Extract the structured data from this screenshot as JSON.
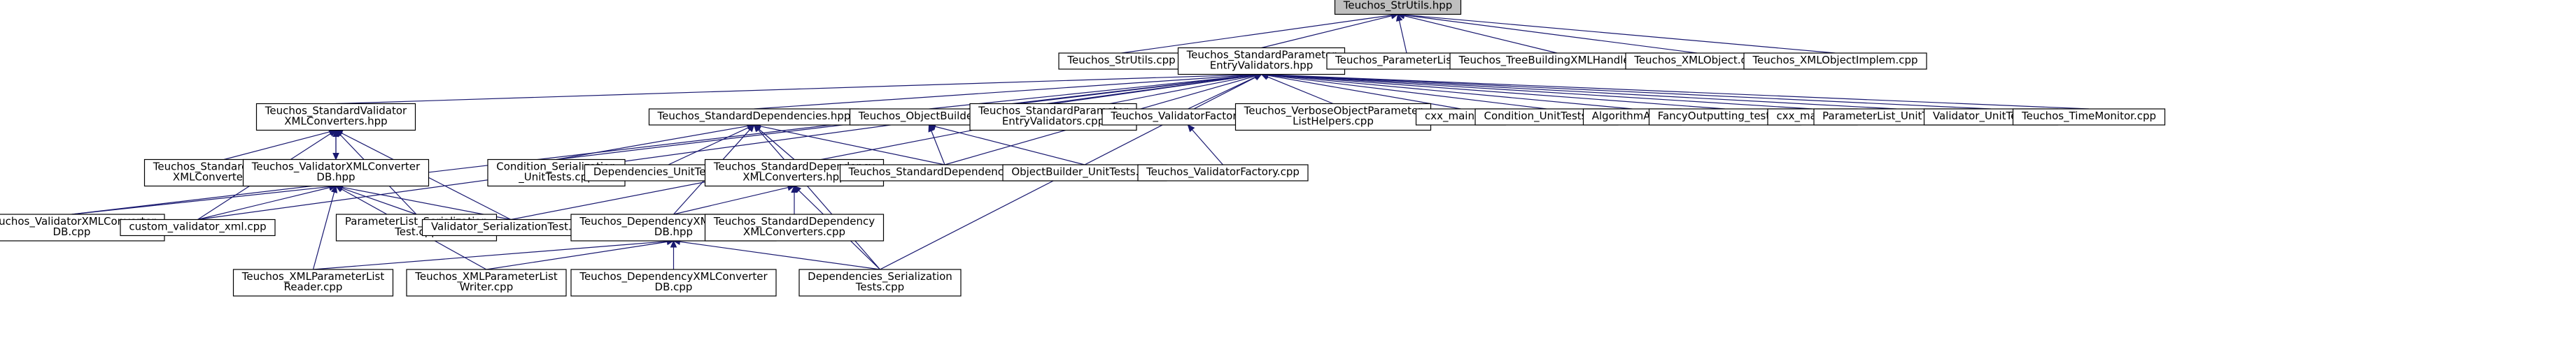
{
  "diagram": {
    "nodes": [
      {
        "id": "strutils_hpp",
        "lines": [
          "Teuchos_StrUtils.hpp"
        ],
        "root": true
      },
      {
        "id": "strutils_cpp",
        "lines": [
          "Teuchos_StrUtils.cpp"
        ]
      },
      {
        "id": "std_param_entry_validators_hpp",
        "lines": [
          "Teuchos_StandardParameter",
          "EntryValidators.hpp"
        ]
      },
      {
        "id": "parameterlist_cpp",
        "lines": [
          "Teuchos_ParameterList.cpp"
        ]
      },
      {
        "id": "treebuilding_cpp",
        "lines": [
          "Teuchos_TreeBuildingXMLHandler.cpp"
        ]
      },
      {
        "id": "xmlobject_cpp",
        "lines": [
          "Teuchos_XMLObject.cpp"
        ]
      },
      {
        "id": "xmlobjectimplem_cpp",
        "lines": [
          "Teuchos_XMLObjectImplem.cpp"
        ]
      },
      {
        "id": "std_validator_xmlconv_hpp",
        "lines": [
          "Teuchos_StandardValidator",
          "XMLConverters.hpp"
        ]
      },
      {
        "id": "std_dependencies_hpp",
        "lines": [
          "Teuchos_StandardDependencies.hpp"
        ]
      },
      {
        "id": "objectbuilder_hpp",
        "lines": [
          "Teuchos_ObjectBuilder.hpp"
        ]
      },
      {
        "id": "std_param_entry_validators_cpp",
        "lines": [
          "Teuchos_StandardParameter",
          "EntryValidators.cpp"
        ]
      },
      {
        "id": "validatorfactory_hpp",
        "lines": [
          "Teuchos_ValidatorFactory.hpp"
        ]
      },
      {
        "id": "verbose_obj_param_cpp",
        "lines": [
          "Teuchos_VerboseObjectParameter",
          "ListHelpers.cpp"
        ]
      },
      {
        "id": "cxx_main_cpp_1",
        "lines": [
          "cxx_main.cpp"
        ]
      },
      {
        "id": "condition_unittests_cpp",
        "lines": [
          "Condition_UnitTests.cpp"
        ]
      },
      {
        "id": "algorithma_cpp",
        "lines": [
          "AlgorithmA.cpp"
        ]
      },
      {
        "id": "fancyoutputting_cpp",
        "lines": [
          "FancyOutputting_test.cpp"
        ]
      },
      {
        "id": "cxx_main_cpp_2",
        "lines": [
          "cxx_main.cpp"
        ]
      },
      {
        "id": "parameterlist_unittests_cpp",
        "lines": [
          "ParameterList_UnitTests.cpp"
        ]
      },
      {
        "id": "validator_unittest_cpp",
        "lines": [
          "Validator_UnitTest.cpp"
        ]
      },
      {
        "id": "timemonitor_cpp",
        "lines": [
          "Teuchos_TimeMonitor.cpp"
        ]
      },
      {
        "id": "std_validator_xmlconv_cpp",
        "lines": [
          "Teuchos_StandardValidator",
          "XMLConverters.cpp"
        ]
      },
      {
        "id": "validator_xmlconv_db_hpp",
        "lines": [
          "Teuchos_ValidatorXMLConverter",
          "DB.hpp"
        ]
      },
      {
        "id": "condition_serialization_cpp",
        "lines": [
          "Condition_Serialization",
          "_UnitTests.cpp"
        ]
      },
      {
        "id": "dependencies_unittests_cpp",
        "lines": [
          "Dependencies_UnitTests.cpp"
        ]
      },
      {
        "id": "std_dependency_xmlconv_hpp",
        "lines": [
          "Teuchos_StandardDependency",
          "XMLConverters.hpp"
        ]
      },
      {
        "id": "std_dependencies_cpp",
        "lines": [
          "Teuchos_StandardDependencies.cpp"
        ]
      },
      {
        "id": "objectbuilder_unittests_cpp",
        "lines": [
          "ObjectBuilder_UnitTests.cpp"
        ]
      },
      {
        "id": "validatorfactory_cpp",
        "lines": [
          "Teuchos_ValidatorFactory.cpp"
        ]
      },
      {
        "id": "validator_xmlconv_db_cpp",
        "lines": [
          "Teuchos_ValidatorXMLConverter",
          "DB.cpp"
        ]
      },
      {
        "id": "custom_validator_xml_cpp",
        "lines": [
          "custom_validator_xml.cpp"
        ]
      },
      {
        "id": "paramlist_serialization_cpp",
        "lines": [
          "ParameterList_Serialization",
          "Test.cpp"
        ]
      },
      {
        "id": "validator_serialization_cpp",
        "lines": [
          "Validator_SerializationTest.cpp"
        ]
      },
      {
        "id": "dependency_xmlconv_db_hpp",
        "lines": [
          "Teuchos_DependencyXMLConverter",
          "DB.hpp"
        ]
      },
      {
        "id": "std_dependency_xmlconv_cpp",
        "lines": [
          "Teuchos_StandardDependency",
          "XMLConverters.cpp"
        ]
      },
      {
        "id": "xml_paramlist_reader_cpp",
        "lines": [
          "Teuchos_XMLParameterList",
          "Reader.cpp"
        ]
      },
      {
        "id": "xml_paramlist_writer_cpp",
        "lines": [
          "Teuchos_XMLParameterList",
          "Writer.cpp"
        ]
      },
      {
        "id": "dependency_xmlconv_db_cpp",
        "lines": [
          "Teuchos_DependencyXMLConverter",
          "DB.cpp"
        ]
      },
      {
        "id": "dependencies_serialization_cpp",
        "lines": [
          "Dependencies_Serialization",
          "Tests.cpp"
        ]
      }
    ],
    "edges": [
      [
        "strutils_cpp",
        "strutils_hpp"
      ],
      [
        "std_param_entry_validators_hpp",
        "strutils_hpp"
      ],
      [
        "parameterlist_cpp",
        "strutils_hpp"
      ],
      [
        "treebuilding_cpp",
        "strutils_hpp"
      ],
      [
        "xmlobject_cpp",
        "strutils_hpp"
      ],
      [
        "xmlobjectimplem_cpp",
        "strutils_hpp"
      ],
      [
        "std_validator_xmlconv_hpp",
        "std_param_entry_validators_hpp"
      ],
      [
        "std_dependencies_hpp",
        "std_param_entry_validators_hpp"
      ],
      [
        "objectbuilder_hpp",
        "std_param_entry_validators_hpp"
      ],
      [
        "std_param_entry_validators_cpp",
        "std_param_entry_validators_hpp"
      ],
      [
        "validatorfactory_hpp",
        "std_param_entry_validators_hpp"
      ],
      [
        "verbose_obj_param_cpp",
        "std_param_entry_validators_hpp"
      ],
      [
        "cxx_main_cpp_1",
        "std_param_entry_validators_hpp"
      ],
      [
        "condition_unittests_cpp",
        "std_param_entry_validators_hpp"
      ],
      [
        "algorithma_cpp",
        "std_param_entry_validators_hpp"
      ],
      [
        "fancyoutputting_cpp",
        "std_param_entry_validators_hpp"
      ],
      [
        "cxx_main_cpp_2",
        "std_param_entry_validators_hpp"
      ],
      [
        "parameterlist_unittests_cpp",
        "std_param_entry_validators_hpp"
      ],
      [
        "validator_unittest_cpp",
        "std_param_entry_validators_hpp"
      ],
      [
        "timemonitor_cpp",
        "std_param_entry_validators_hpp"
      ],
      [
        "validator_xmlconv_db_cpp",
        "std_param_entry_validators_hpp"
      ],
      [
        "custom_validator_xml_cpp",
        "std_param_entry_validators_hpp"
      ],
      [
        "validator_serialization_cpp",
        "std_param_entry_validators_hpp"
      ],
      [
        "condition_serialization_cpp",
        "std_param_entry_validators_hpp"
      ],
      [
        "std_dependencies_cpp",
        "std_param_entry_validators_hpp"
      ],
      [
        "dependencies_serialization_cpp",
        "std_param_entry_validators_hpp"
      ],
      [
        "std_validator_xmlconv_cpp",
        "std_validator_xmlconv_hpp"
      ],
      [
        "validator_xmlconv_db_hpp",
        "std_validator_xmlconv_hpp"
      ],
      [
        "custom_validator_xml_cpp",
        "std_validator_xmlconv_hpp"
      ],
      [
        "paramlist_serialization_cpp",
        "std_validator_xmlconv_hpp"
      ],
      [
        "validator_serialization_cpp",
        "std_validator_xmlconv_hpp"
      ],
      [
        "std_validator_xmlconv_hpp",
        "validator_xmlconv_db_hpp"
      ],
      [
        "validator_xmlconv_db_cpp",
        "validator_xmlconv_db_hpp"
      ],
      [
        "custom_validator_xml_cpp",
        "validator_xmlconv_db_hpp"
      ],
      [
        "paramlist_serialization_cpp",
        "validator_xmlconv_db_hpp"
      ],
      [
        "validator_serialization_cpp",
        "validator_xmlconv_db_hpp"
      ],
      [
        "xml_paramlist_reader_cpp",
        "validator_xmlconv_db_hpp"
      ],
      [
        "xml_paramlist_writer_cpp",
        "validator_xmlconv_db_hpp"
      ],
      [
        "condition_serialization_cpp",
        "std_dependencies_hpp"
      ],
      [
        "dependencies_unittests_cpp",
        "std_dependencies_hpp"
      ],
      [
        "std_dependency_xmlconv_hpp",
        "std_dependencies_hpp"
      ],
      [
        "std_dependencies_cpp",
        "std_dependencies_hpp"
      ],
      [
        "dependency_xmlconv_db_hpp",
        "std_dependencies_hpp"
      ],
      [
        "dependencies_serialization_cpp",
        "std_dependencies_hpp"
      ],
      [
        "std_dependencies_cpp",
        "objectbuilder_hpp"
      ],
      [
        "objectbuilder_unittests_cpp",
        "objectbuilder_hpp"
      ],
      [
        "validatorfactory_cpp",
        "validatorfactory_hpp"
      ],
      [
        "dependency_xmlconv_db_hpp",
        "std_dependency_xmlconv_hpp"
      ],
      [
        "std_dependency_xmlconv_cpp",
        "std_dependency_xmlconv_hpp"
      ],
      [
        "dependencies_serialization_cpp",
        "std_dependency_xmlconv_hpp"
      ],
      [
        "xml_paramlist_reader_cpp",
        "dependency_xmlconv_db_hpp"
      ],
      [
        "xml_paramlist_writer_cpp",
        "dependency_xmlconv_db_hpp"
      ],
      [
        "dependency_xmlconv_db_cpp",
        "dependency_xmlconv_db_hpp"
      ],
      [
        "dependencies_serialization_cpp",
        "dependency_xmlconv_db_hpp"
      ]
    ]
  }
}
